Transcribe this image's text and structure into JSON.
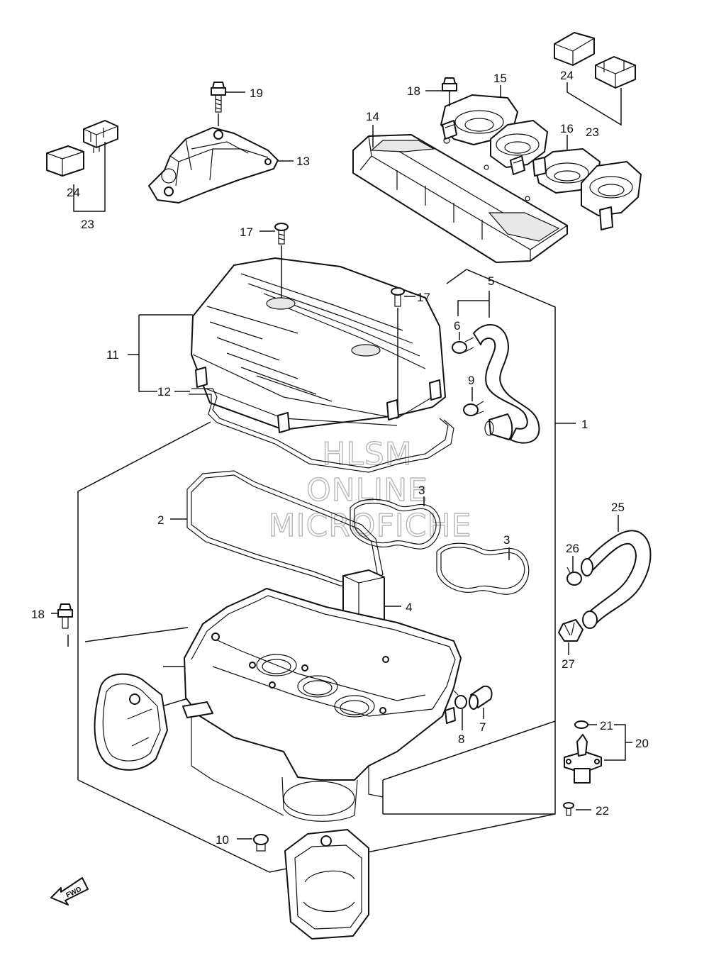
{
  "watermark": {
    "line1": "HLSM",
    "line2": "ONLINE",
    "line3": "MICROFICHE"
  },
  "fwd_marker": {
    "label": "FWD",
    "icon": "arrow-icon"
  },
  "callouts": {
    "c1": "1",
    "c2": "2",
    "c3a": "3",
    "c3b": "3",
    "c4": "4",
    "c5": "5",
    "c6": "6",
    "c7": "7",
    "c8": "8",
    "c9": "9",
    "c10": "10",
    "c11": "11",
    "c12": "12",
    "c13": "13",
    "c14": "14",
    "c15": "15",
    "c16": "16",
    "c17a": "17",
    "c17b": "17",
    "c18a": "18",
    "c18b": "18",
    "c19": "19",
    "c20": "20",
    "c21": "21",
    "c22": "22",
    "c23a": "23",
    "c23b": "23",
    "c24a": "24",
    "c24b": "24",
    "c25": "25",
    "c26": "26",
    "c27": "27"
  }
}
